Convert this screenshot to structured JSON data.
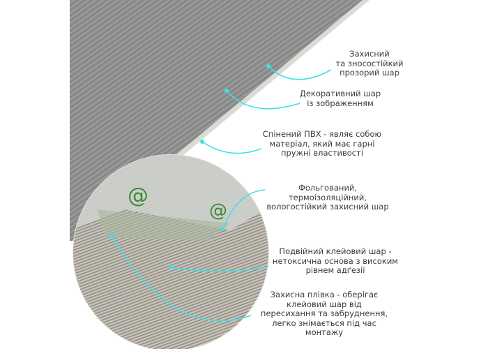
{
  "colors": {
    "accent": "#3fe0e6",
    "panel": "#8c8c8c",
    "text": "#3a3a3a"
  },
  "labels": [
    {
      "lines": [
        "Захисний",
        "та зносостійкий",
        "прозорий шар"
      ]
    },
    {
      "lines": [
        "Декоративний шар",
        "із зображенням"
      ]
    },
    {
      "lines": [
        "Спінений ПВХ - являє собою",
        "матеріал, який має гарні",
        "пружні властивості"
      ]
    },
    {
      "lines": [
        "Фольгований,",
        "термоізоляційний,",
        "вологостійкий захисний шар"
      ]
    },
    {
      "lines": [
        "Подвійний клейовий шар -",
        "нетоксична основа з високим",
        "рівнем адґезії"
      ]
    },
    {
      "lines": [
        "Захисна плівка - оберігає",
        "клейовий шар від",
        "пересихання та забруднення,",
        "легко знімається під час",
        "монтажу"
      ]
    }
  ]
}
